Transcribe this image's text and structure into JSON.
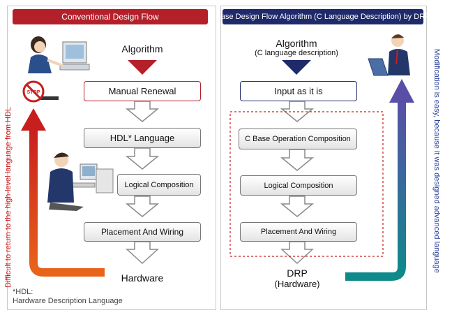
{
  "left": {
    "header": "Conventional Design Flow",
    "algorithm": "Algorithm",
    "box_manual": "Manual Renewal",
    "box_hdl": "HDL* Language",
    "box_logical": "Logical Composition",
    "box_placement": "Placement And Wiring",
    "hardware": "Hardware",
    "side_text": "Difficult to return to the high-level language from HDL",
    "footnote_1": "*HDL:",
    "footnote_2": "Hardware Description Language",
    "stop_sign": "STOP"
  },
  "right": {
    "header": "Base Design Flow Algorithm (C Language Description) by DRP",
    "algorithm": "Algorithm",
    "algorithm_sub": "(C language description)",
    "box_input": "Input as it is",
    "box_c_base": "C Base Operation Composition",
    "box_logical": "Logical Composition",
    "box_placement": "Placement And Wiring",
    "drp": "DRP",
    "drp_sub": "(Hardware)",
    "side_text": "Modification is easy, because it was designed advanced language"
  },
  "colors": {
    "red": "#b3202a",
    "navy": "#1f2a6b",
    "orange": "#e8641a",
    "teal": "#0e8a8a",
    "purple": "#5a4fa8"
  }
}
